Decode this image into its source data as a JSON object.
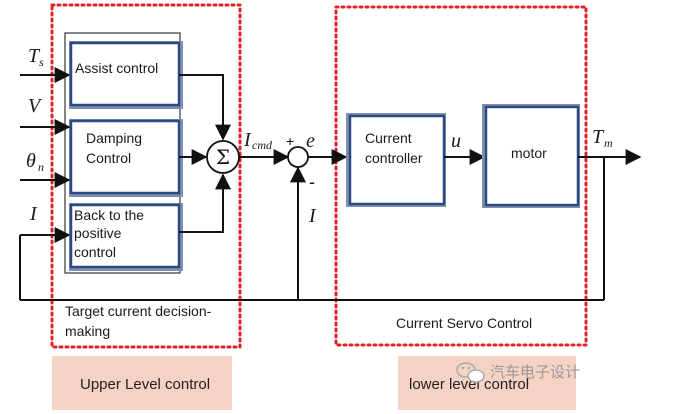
{
  "blocks": {
    "assist": "Assist control",
    "damping": [
      "Damping",
      "Control"
    ],
    "back_positive": [
      "Back to the",
      "positive",
      "control"
    ],
    "current_controller": [
      "Current",
      "controller"
    ],
    "motor": "motor",
    "summation": "Σ"
  },
  "signals": {
    "ts": "T",
    "ts_sub": "s",
    "v": "V",
    "theta": "θ",
    "theta_sub": "n",
    "i_in": "I",
    "i_cmd": "I",
    "i_cmd_sub": "cmd",
    "plus": "+",
    "e": "e",
    "minus": "-",
    "i_fb": "I",
    "u": "u",
    "tm": "T",
    "tm_sub": "m"
  },
  "captions": {
    "target_decision": [
      "Target current decision-",
      "making"
    ],
    "servo": "Current Servo Control"
  },
  "levels": {
    "upper": "Upper Level control",
    "lower": "lower level control"
  },
  "watermark": "汽车电子设计",
  "colors": {
    "dotted_red": "#e0202a",
    "block_border": "#2d4a80",
    "level_bg": "#f6d2c5",
    "line": "#111111"
  }
}
